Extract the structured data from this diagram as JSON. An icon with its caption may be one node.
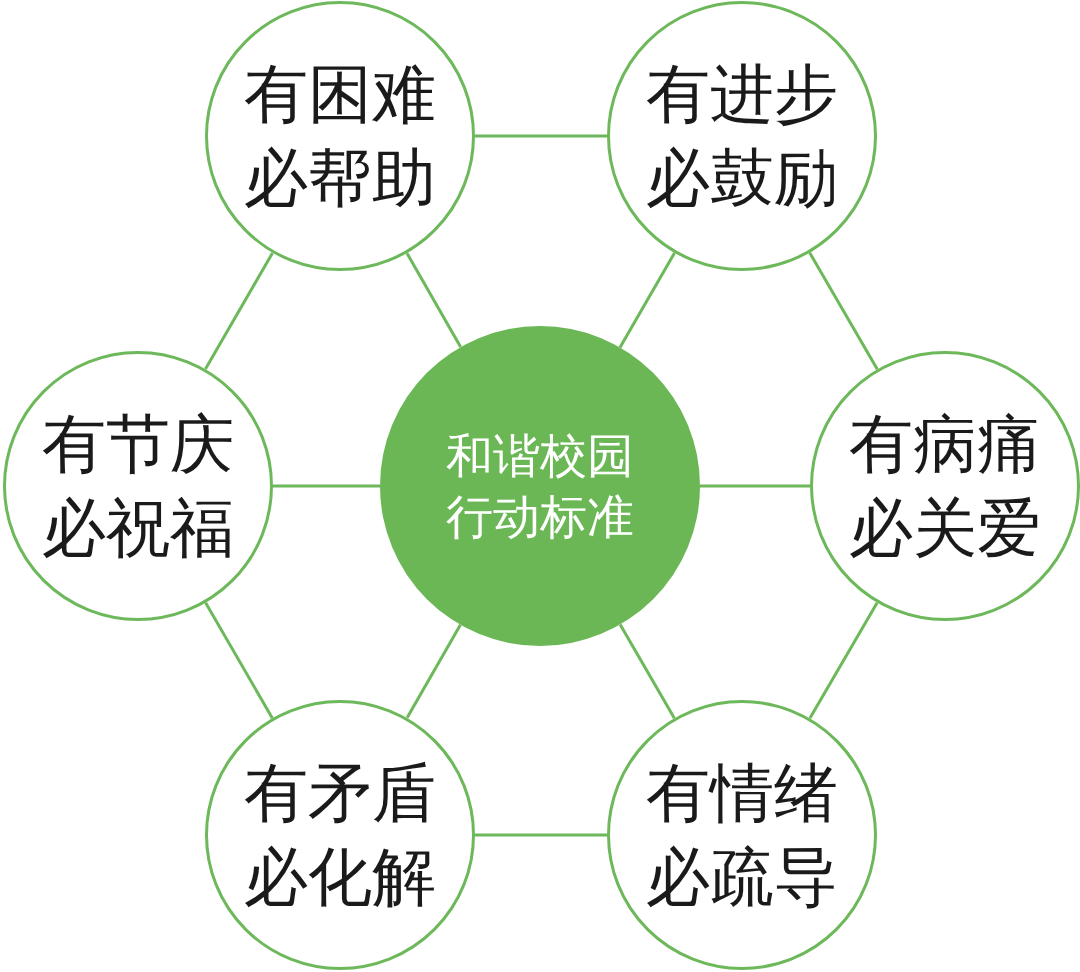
{
  "diagram": {
    "nodes": [
      {
        "text": [
          "有困难必帮助"
        ]
      },
      {
        "text": [
          "有进步必鼓励"
        ]
      },
      {
        "text": [
          "有节庆必祝福"
        ]
      },
      {
        "text": [
          "和谐校园行动标准"
        ]
      },
      {
        "text": [
          "有病痛必关爱"
        ]
      },
      {
        "text": [
          "有矛盾必化解"
        ]
      },
      {
        "text": [
          "有情绪必疏导"
        ]
      }
    ],
    "edges": [
      {
        "from": 3,
        "to": 0,
        "arrow": "none"
      },
      {
        "from": 3,
        "to": 1,
        "arrow": "none"
      },
      {
        "from": 3,
        "to": 2,
        "arrow": "none"
      },
      {
        "from": 3,
        "to": 4,
        "arrow": "none"
      },
      {
        "from": 3,
        "to": 5,
        "arrow": "none"
      },
      {
        "from": 3,
        "to": 6,
        "arrow": "none"
      },
      {
        "from": 0,
        "to": 1,
        "arrow": "none"
      },
      {
        "from": 1,
        "to": 4,
        "arrow": "none"
      },
      {
        "from": 4,
        "to": 6,
        "arrow": "none"
      },
      {
        "from": 6,
        "to": 5,
        "arrow": "none"
      },
      {
        "from": 5,
        "to": 2,
        "arrow": "none"
      },
      {
        "from": 2,
        "to": 0,
        "arrow": "none"
      }
    ]
  }
}
